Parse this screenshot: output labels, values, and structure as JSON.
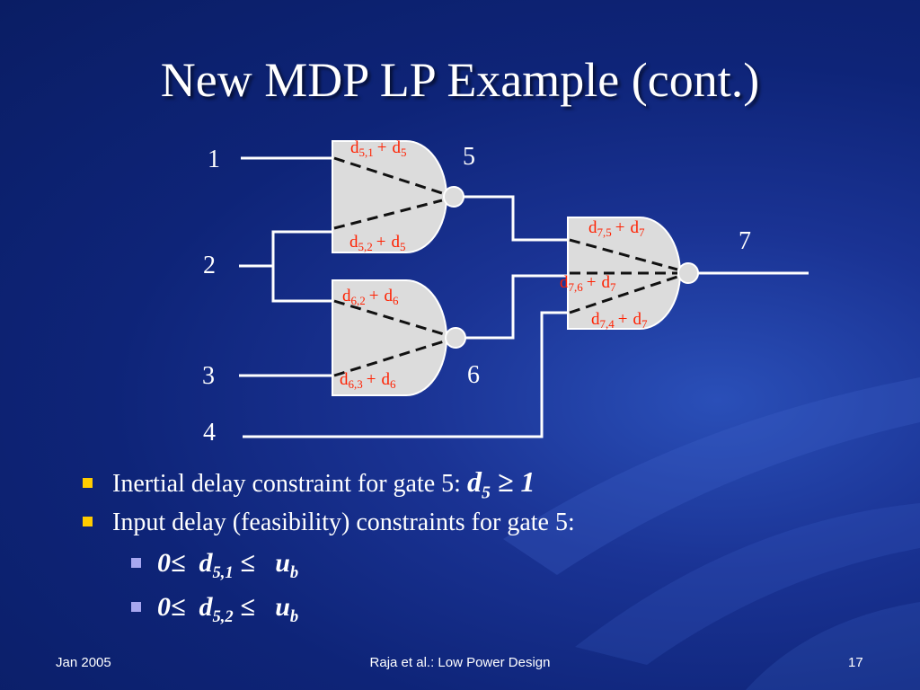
{
  "slide": {
    "title": "New MDP LP Example (cont.)",
    "footer": {
      "date": "Jan 2005",
      "center": "Raja et al.: Low Power Design",
      "page": "17"
    }
  },
  "circuit": {
    "input_labels": [
      "1",
      "2",
      "3",
      "4"
    ],
    "gate_labels": [
      "5",
      "6",
      "7"
    ],
    "gate5": {
      "top": {
        "d": "d",
        "sub": "5,1",
        "plus": "+",
        "d2": "d",
        "sub2": "5"
      },
      "bottom": {
        "d": "d",
        "sub": "5,2",
        "plus": "+",
        "d2": "d",
        "sub2": "5"
      }
    },
    "gate6": {
      "top": {
        "d": "d",
        "sub": "6,2",
        "plus": "+",
        "d2": "d",
        "sub2": "6"
      },
      "bottom": {
        "d": "d",
        "sub": "6,3",
        "plus": "+",
        "d2": "d",
        "sub2": "6"
      }
    },
    "gate7": {
      "top": {
        "d": "d",
        "sub": "7,5",
        "plus": "+",
        "d2": "d",
        "sub2": "7"
      },
      "middle": {
        "d": "d",
        "sub": "7,6",
        "plus": "+",
        "d2": "d",
        "sub2": "7"
      },
      "bottom": {
        "d": "d",
        "sub": "7,4",
        "plus": "+",
        "d2": "d",
        "sub2": "7"
      }
    },
    "colors": {
      "gate_fill": "#dcdcdc",
      "label_red": "#ff2000",
      "wire": "#ffffff"
    }
  },
  "bullets": [
    {
      "text": "Inertial delay constraint for gate 5:",
      "math": {
        "v": "d",
        "sub": "5",
        "op": "≥",
        "rhs": "1"
      }
    },
    {
      "text": "Input delay (feasibility) constraints for gate 5:"
    }
  ],
  "subbullets": [
    {
      "lhs": "0",
      "op1": "≤",
      "v": "d",
      "sub": "5,1",
      "op2": "≤",
      "u": "u",
      "usub": "b"
    },
    {
      "lhs": "0",
      "op1": "≤",
      "v": "d",
      "sub": "5,2",
      "op2": "≤",
      "u": "u",
      "usub": "b"
    }
  ]
}
